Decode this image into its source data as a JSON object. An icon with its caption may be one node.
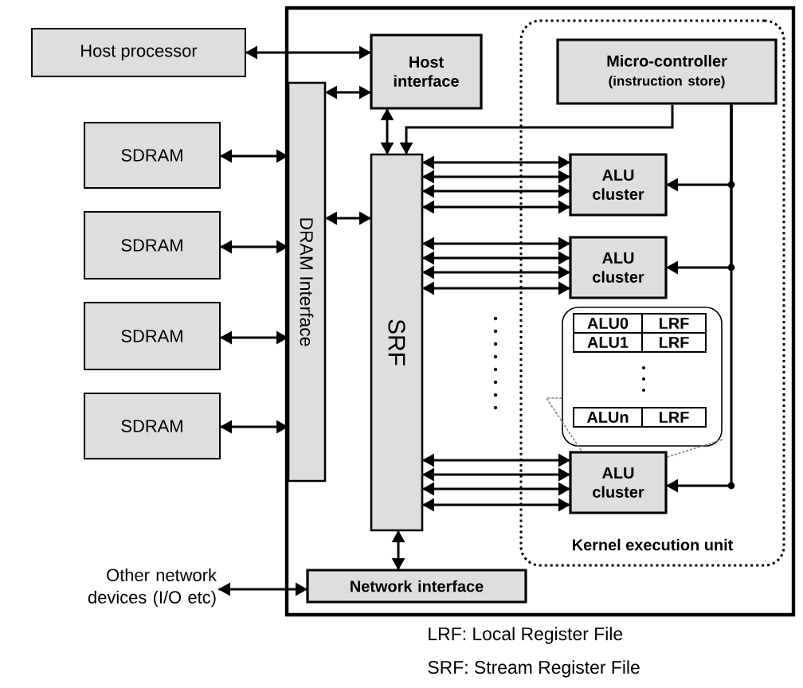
{
  "diagram": {
    "nodes": [
      {
        "text": [],
        "shape": "box"
      },
      {
        "text": [
          "Host processor"
        ]
      },
      {
        "text": [
          "Host interface"
        ],
        "in": 0
      },
      {
        "text": [
          "Kernel execution unit"
        ],
        "in": 0
      },
      {
        "text": [
          "Micro-controller",
          "(instruction store)"
        ],
        "in": 3
      },
      {
        "text": [
          "SDRAM"
        ]
      },
      {
        "text": [
          "SDRAM"
        ]
      },
      {
        "text": [
          "SDRAM"
        ]
      },
      {
        "text": [
          "SDRAM"
        ]
      },
      {
        "text": [
          "DRAM Interface"
        ],
        "in": 0
      },
      {
        "text": [
          "SRF"
        ],
        "in": 0
      },
      {
        "text": [
          "ALU cluster"
        ],
        "in": 3
      },
      {
        "text": [
          "ALU cluster"
        ],
        "in": 3
      },
      {
        "text": [
          "ALU0",
          "LRF",
          "ALU1",
          "LRF",
          "ALUn",
          "LRF"
        ],
        "in": 3
      },
      {
        "text": [
          "ALU cluster"
        ],
        "in": 3
      },
      {
        "text": [
          "Network interface"
        ],
        "in": 0
      },
      {
        "text": [
          "Other network devices (I/O etc)"
        ]
      }
    ],
    "edges": [
      {
        "from": 1,
        "to": 2,
        "arrow": "both"
      },
      {
        "from": 9,
        "to": 2,
        "arrow": "both"
      },
      {
        "from": 5,
        "to": 9,
        "arrow": "both"
      },
      {
        "from": 6,
        "to": 9,
        "arrow": "both"
      },
      {
        "from": 7,
        "to": 9,
        "arrow": "both"
      },
      {
        "from": 8,
        "to": 9,
        "arrow": "both"
      },
      {
        "from": 9,
        "to": 10,
        "arrow": "both"
      },
      {
        "from": 2,
        "to": 10,
        "arrow": "both"
      },
      {
        "from": 4,
        "to": 10,
        "arrow": "to"
      },
      {
        "from": 10,
        "to": 11,
        "arrow": "both"
      },
      {
        "from": 10,
        "to": 11,
        "arrow": "both"
      },
      {
        "from": 10,
        "to": 11,
        "arrow": "both"
      },
      {
        "from": 10,
        "to": 11,
        "arrow": "both"
      },
      {
        "from": 10,
        "to": 12,
        "arrow": "both"
      },
      {
        "from": 10,
        "to": 12,
        "arrow": "both"
      },
      {
        "from": 10,
        "to": 12,
        "arrow": "both"
      },
      {
        "from": 10,
        "to": 12,
        "arrow": "both"
      },
      {
        "from": 10,
        "to": 14,
        "arrow": "both"
      },
      {
        "from": 10,
        "to": 14,
        "arrow": "both"
      },
      {
        "from": 10,
        "to": 14,
        "arrow": "both"
      },
      {
        "from": 10,
        "to": 14,
        "arrow": "both"
      },
      {
        "from": 4,
        "to": 11,
        "arrow": "to"
      },
      {
        "from": 4,
        "to": 12,
        "arrow": "to"
      },
      {
        "from": 4,
        "to": 14,
        "arrow": "to"
      },
      {
        "from": 10,
        "to": 15,
        "arrow": "both"
      },
      {
        "from": 16,
        "to": 15,
        "arrow": "both"
      },
      {
        "from": 13,
        "to": 14,
        "arrow": "none",
        "style": "dashed",
        "color": "#808080"
      },
      {
        "from": 13,
        "to": 14,
        "arrow": "none",
        "style": "dashed",
        "color": "#808080"
      }
    ],
    "labels": [
      "LRF: Local Register File",
      "SRF: Stream Register File"
    ]
  }
}
